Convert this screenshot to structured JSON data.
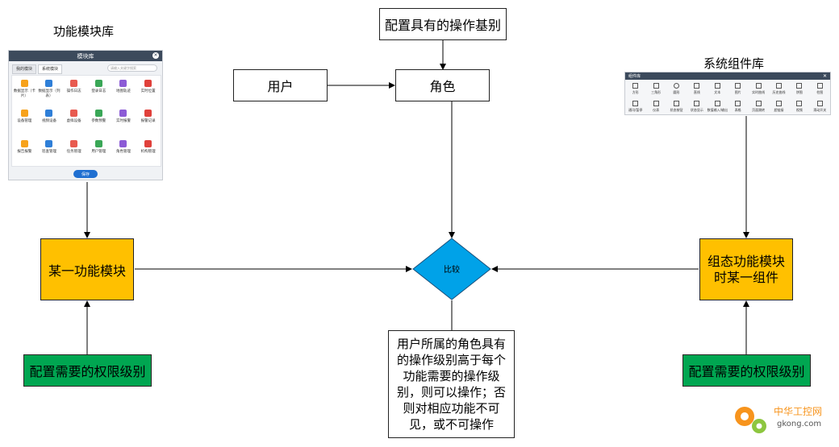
{
  "titles": {
    "module_library": "功能模块库",
    "component_library": "系统组件库"
  },
  "nodes": {
    "config_level": "配置具有的操作基别",
    "user": "用户",
    "role": "角色",
    "compare": "比较",
    "module": "某一功能模块",
    "component": "组态功能模块时某一组件",
    "config_left": "配置需要的权限级别",
    "config_right": "配置需要的权限级别",
    "result": "用户所属的角色具有的操作级别高于每个功能需要的操作级别，则可以操作；否则对相应功能不可见，或不可操作"
  },
  "module_panel": {
    "title": "模块库",
    "tabs": [
      "我的模块",
      "系统模块"
    ],
    "search_placeholder": "请输入关键字搜索",
    "items": [
      "数据显示（卡片）",
      "数据显示（列表）",
      "操作日志",
      "登录日志",
      "地图轨迹",
      "实时位置",
      "设备管理",
      "视频设备",
      "虚拟设备",
      "参数预警",
      "实时报警",
      "报警记录",
      "报告报警",
      "巡查管理",
      "任务管理",
      "用户管理",
      "角色管理",
      "机构管理"
    ],
    "save_label": "保存"
  },
  "component_panel": {
    "title": "组件库",
    "items": [
      "方形",
      "三角形",
      "圆形",
      "直线",
      "文本",
      "图片",
      "实时曲线",
      "历史曲线",
      "饼图",
      "柱图",
      "通讯/暂停",
      "仪表",
      "状态按钮",
      "状态显示",
      "数值输入/输出",
      "表格",
      "页面跳转",
      "超链接",
      "视频",
      "滑动开关"
    ]
  },
  "colors": {
    "orange": "#ffc000",
    "green": "#00a651",
    "diamond": "#00a2e8"
  },
  "watermark": {
    "brand": "中华工控网",
    "url": "gkong.com"
  }
}
